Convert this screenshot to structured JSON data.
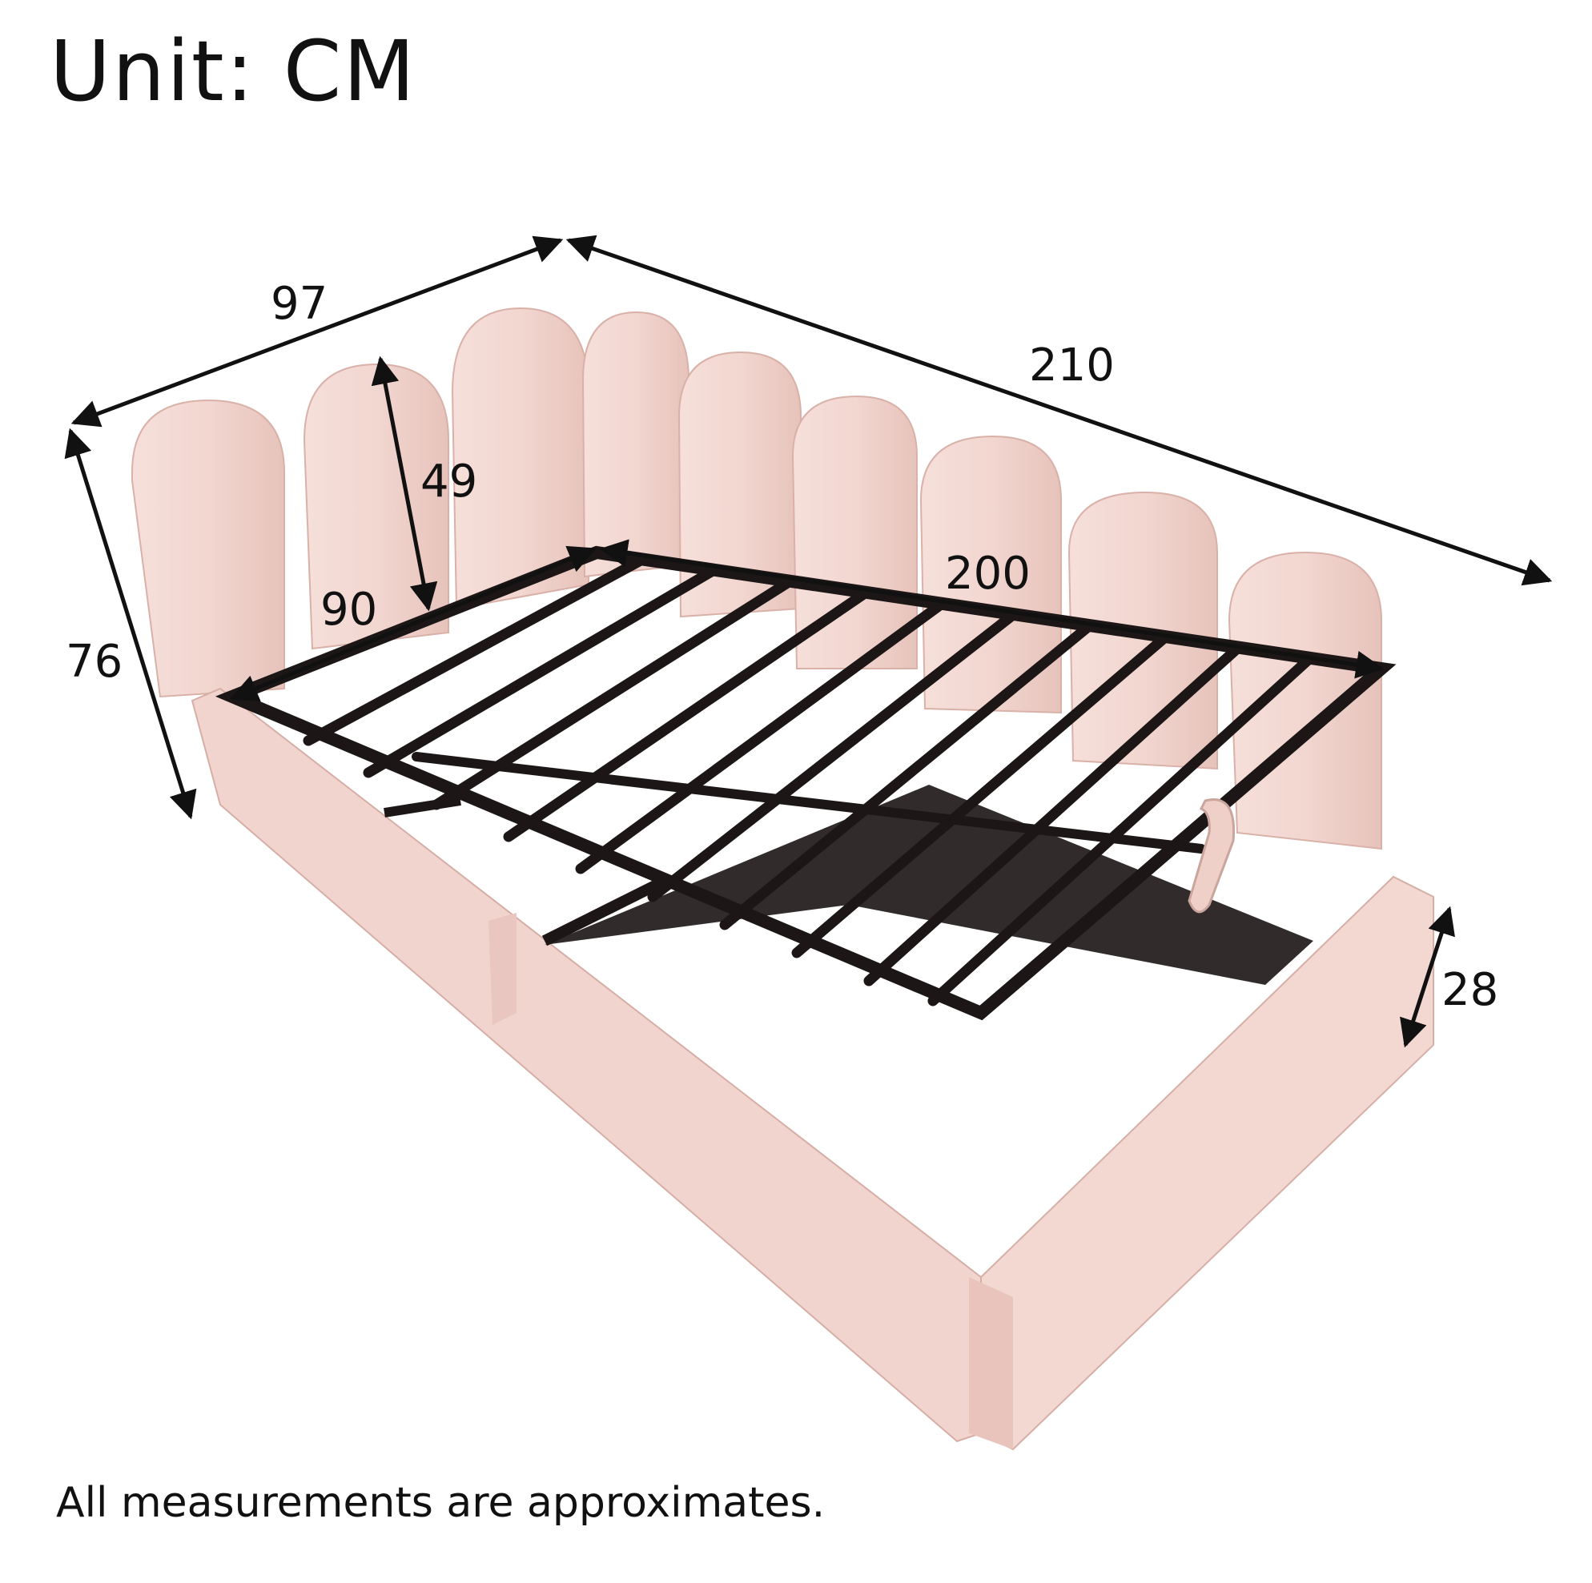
{
  "header": {
    "unit_title": "Unit: CM"
  },
  "dimensions": {
    "width_outer": "97",
    "length_outer": "210",
    "headboard_panel_height": "49",
    "mattress_width": "90",
    "mattress_length": "200",
    "overall_height": "76",
    "rail_height": "28"
  },
  "footer": {
    "note": "All measurements are approximates."
  },
  "colors": {
    "upholstery": "#f0d3cd",
    "upholstery_shade": "#e3bcb4",
    "frame": "#1c1716",
    "dimension_line": "#111111"
  }
}
